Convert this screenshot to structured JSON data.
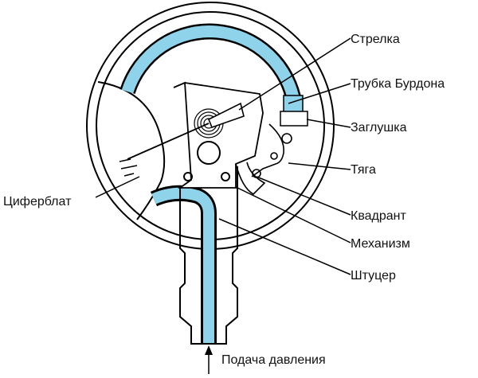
{
  "labels": {
    "pointer": "Стрелка",
    "bourdon_tube": "Трубка Бурдона",
    "plug": "Заглушка",
    "link": "Тяга",
    "dial": "Циферблат",
    "quadrant": "Квадрант",
    "mechanism": "Механизм",
    "fitting": "Штуцер",
    "pressure_supply": "Подача давления"
  },
  "colors": {
    "tube": "#8fd3ea",
    "outline": "#000000",
    "background": "#ffffff"
  }
}
